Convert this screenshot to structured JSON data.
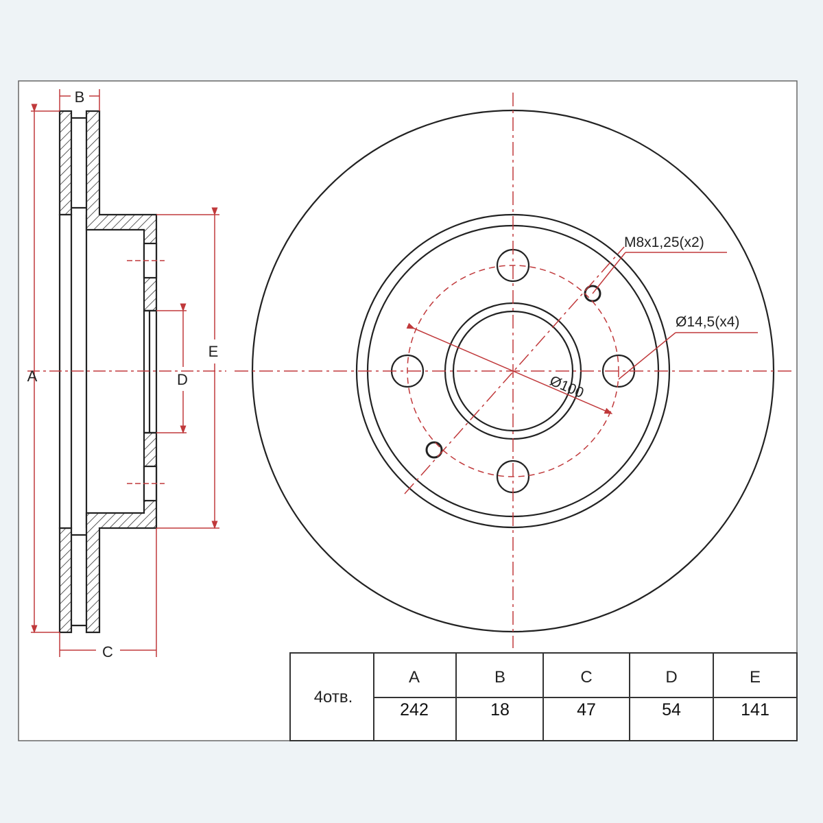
{
  "side_view": {
    "labels": {
      "A": "A",
      "B": "B",
      "C": "C",
      "D": "D",
      "E": "E"
    }
  },
  "front_view": {
    "pcd_label": "Ø100",
    "thread_label": "M8x1,25(x2)",
    "hole_label": "Ø14,5(x4)"
  },
  "table": {
    "row_label": "4отв.",
    "headers": [
      "A",
      "B",
      "C",
      "D",
      "E"
    ],
    "values": [
      "242",
      "18",
      "47",
      "54",
      "141"
    ]
  },
  "colors": {
    "dimension": "#c0393b",
    "line": "#222222"
  }
}
